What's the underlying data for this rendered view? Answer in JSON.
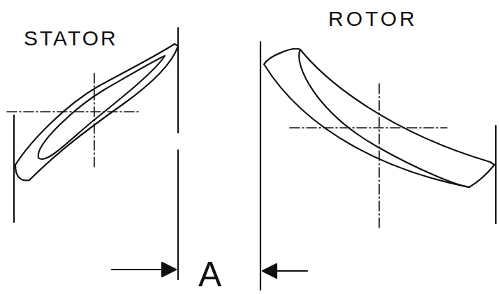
{
  "diagram": {
    "labels": [
      "STATOR",
      "ROTOR",
      "A"
    ]
  }
}
